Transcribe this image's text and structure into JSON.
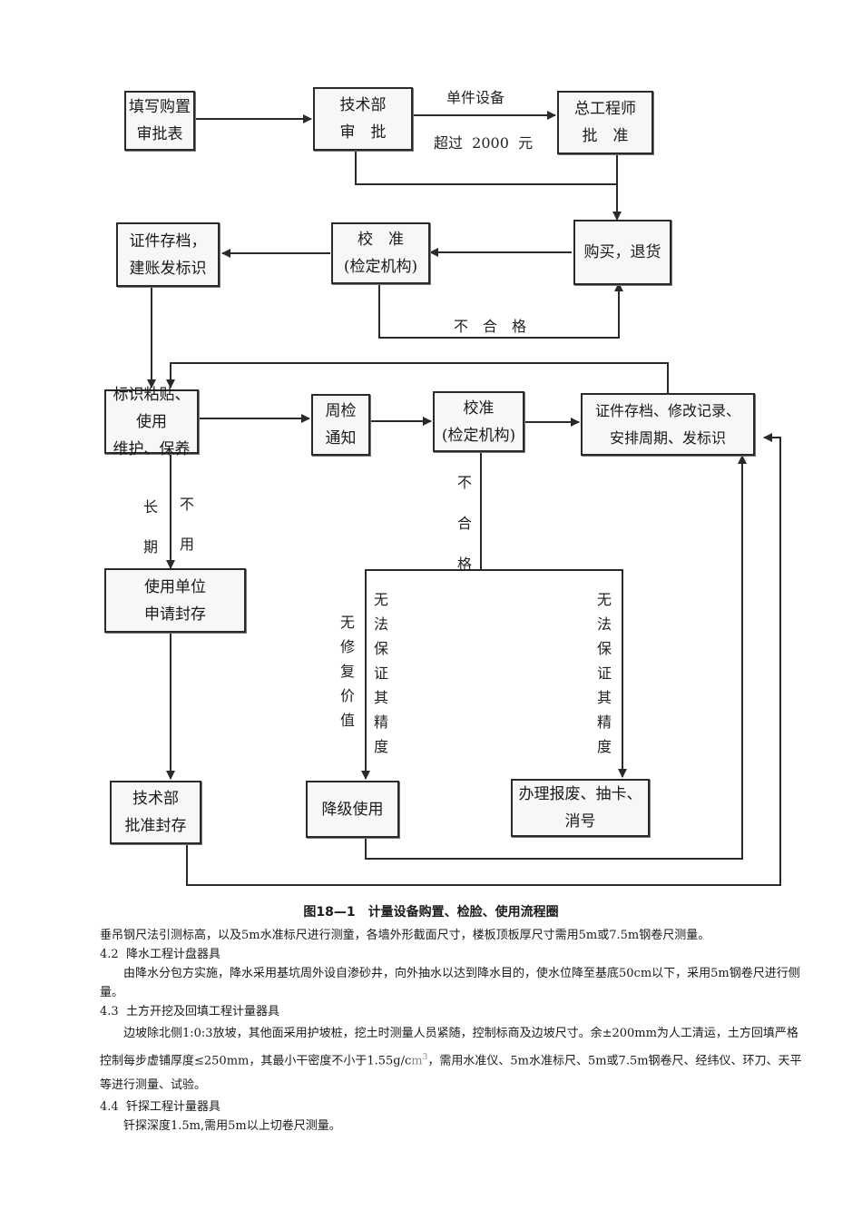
{
  "diagram": {
    "boxes": {
      "fill_form": [
        "填写购置",
        "审批表"
      ],
      "tech_review": [
        "技术部",
        "审　批"
      ],
      "chief_engineer": [
        "总工程师",
        "批　准"
      ],
      "purchase_return": [
        "购买，退货"
      ],
      "calibrate_1": [
        "校　准",
        "(检定机构)"
      ],
      "cert_archive_1": [
        "证件存档，",
        "建账发标识"
      ],
      "label_use": [
        "标识粘贴、使用",
        "维护、保养"
      ],
      "periodic_notice": [
        "周检",
        "通知"
      ],
      "calibrate_2": [
        "校准",
        "(检定机构)"
      ],
      "cert_archive_2": [
        "证件存档、修改记录、",
        "安排周期、发标识"
      ],
      "apply_seal": [
        "使用单位",
        "申请封存"
      ],
      "approve_seal": [
        "技术部",
        "批准封存"
      ],
      "downgrade": [
        "降级使用"
      ],
      "scrap": [
        "办理报废、抽卡、消号"
      ]
    },
    "labels": {
      "single_device": "单件设备",
      "over_2000": "超过  2000  元",
      "unqualified_1": "不　合　格",
      "long_term": [
        "长",
        "期"
      ],
      "not_used": [
        "不",
        "用"
      ],
      "unqualified_2": [
        "不",
        "合",
        "格"
      ],
      "no_repair_value": [
        "无",
        "修",
        "复",
        "价",
        "值"
      ],
      "no_precision_left": [
        "无",
        "法",
        "保",
        "证",
        "其",
        "精",
        "度"
      ],
      "no_precision_right": [
        "无",
        "法",
        "保",
        "证",
        "其",
        "精",
        "度"
      ]
    },
    "colors": {
      "line": "#2a2a2a",
      "box_fill": "#f7f7f5"
    }
  },
  "caption": "图18—1　计量设备购置、检脸、使用流程圈",
  "body": {
    "p1": "垂吊钢尺法引测标高，以及5m水准标尺进行测童，各墙外形截面尺寸，楼板顶板厚尺寸需用5m或7.5m钢卷尺测量。",
    "h42": "4.2  降水工程计盘器具",
    "p2": "由降水分包方实施，降水采用基坑周外设自渗砂井，向外抽水以达到降水目的，使水位降至基底50cm以下，采用5m钢卷尺进行侧量。",
    "h43": "4.3  土方开挖及回填工程计量器具",
    "p3a": "边坡除北侧1:0:3放坡，其他面采用护坡桩，挖土时测量人员紧随，控制标商及边坡尺寸。余±200mm为人工清运，土方回填严格控制每步虚铺厚度≤250mm，其最小干密度不小于1.55g/c",
    "p3_unit": "m",
    "p3_sup": "3",
    "p3b": "，需用水准仪、5m水准标尺、5m或7.5m钢卷尺、经纬仪、环刀、天平等进行测量、试验。",
    "h44": "4.4  钎探工程计量器具",
    "p4": "钎探深度1.5m,需用5m以上切卷尺测量。"
  }
}
